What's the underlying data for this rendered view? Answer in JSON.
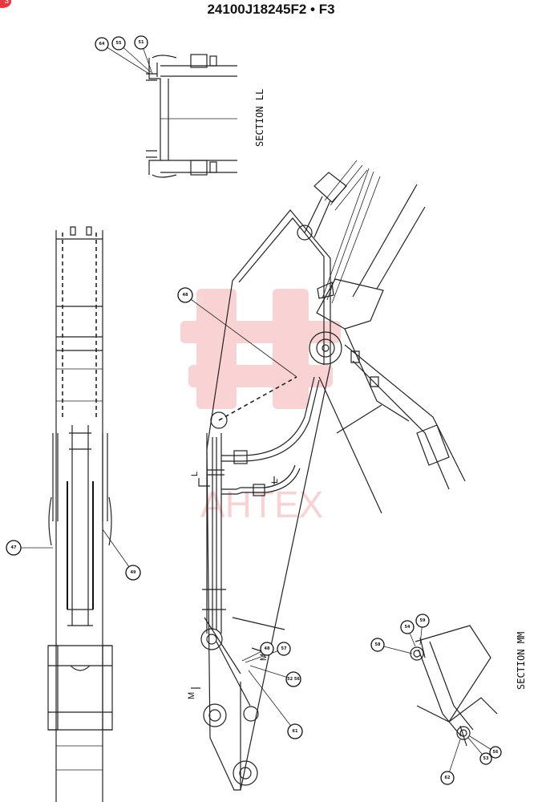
{
  "header": {
    "part_number": "24100J18245F2 • F3"
  },
  "badge": {
    "text": "3"
  },
  "sections": {
    "ll": "SECTION LL",
    "mm": "SECTION MM"
  },
  "markers": {
    "l_top": "L",
    "l_bottom": "L",
    "m_right": "M",
    "m_left": "M"
  },
  "watermark": {
    "text": "AHTEX",
    "color": "#e8383d"
  },
  "callouts": [
    {
      "id": "c1",
      "text": "64"
    },
    {
      "id": "c2",
      "text": "55"
    },
    {
      "id": "c3",
      "text": "51"
    },
    {
      "id": "c4",
      "text": "48"
    },
    {
      "id": "c5",
      "text": "47"
    },
    {
      "id": "c6",
      "text": "49"
    },
    {
      "id": "c7",
      "text": "48"
    },
    {
      "id": "c8",
      "text": "57"
    },
    {
      "id": "c9",
      "text": "52 56"
    },
    {
      "id": "c10",
      "text": "61"
    },
    {
      "id": "c11",
      "text": "58"
    },
    {
      "id": "c12",
      "text": "54"
    },
    {
      "id": "c13",
      "text": "59"
    },
    {
      "id": "c14",
      "text": "62"
    },
    {
      "id": "c15",
      "text": "53"
    },
    {
      "id": "c16",
      "text": "56"
    }
  ]
}
